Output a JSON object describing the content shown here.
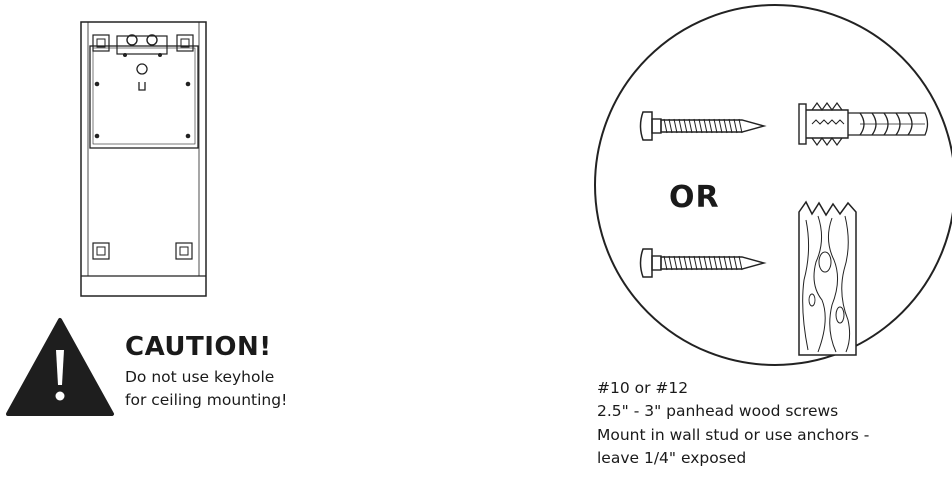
{
  "caution": {
    "title": "CAUTION!",
    "line1": "Do not use keyhole",
    "line2": "for ceiling mounting!"
  },
  "detail": {
    "or_label": "OR"
  },
  "notes": {
    "line1": "#10 or #12",
    "line2": "2.5\" - 3\" panhead wood screws",
    "line3": "Mount in wall stud or use anchors -",
    "line4": "leave 1/4\" exposed"
  },
  "icons": [
    "wall-mount-bracket",
    "warning-triangle-icon",
    "panhead-screw-icon",
    "wall-anchor-icon",
    "wood-stud-icon"
  ]
}
